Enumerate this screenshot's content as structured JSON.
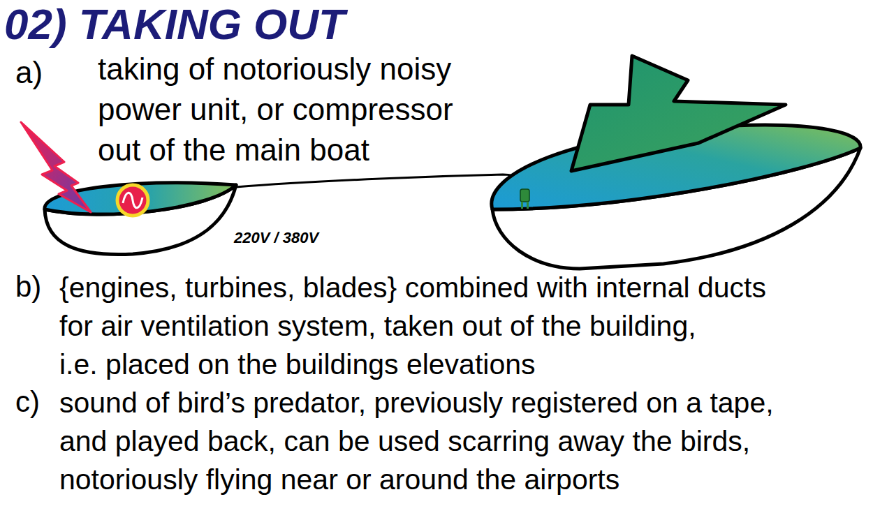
{
  "diagram": {
    "title": "02) TAKING OUT",
    "labels": [
      "a)",
      "taking of notoriously noisy power unit, or compressor out of the main boat",
      "220V / 380V",
      "b)",
      "{engines, turbines, blades} combined with internal ducts for air ventilation system, taken out of the building, i.e. placed on the buildings elevations",
      "c)",
      "sound of bird’s predator, previously registered on a tape, and played back, can be used scarring away the birds, notoriously flying near or around the airports"
    ]
  }
}
